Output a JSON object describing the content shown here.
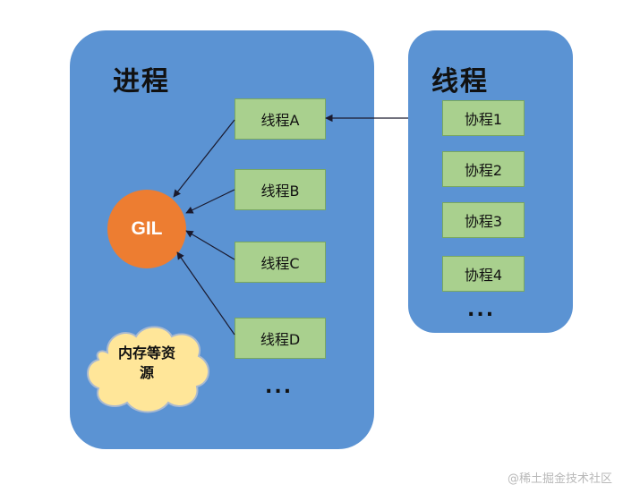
{
  "process": {
    "title": "进程",
    "threads": [
      "线程A",
      "线程B",
      "线程C",
      "线程D"
    ],
    "more": "...",
    "gil": "GIL",
    "resources": [
      "内存等资",
      "源"
    ]
  },
  "thread": {
    "title": "线程",
    "coroutines": [
      "协程1",
      "协程2",
      "协程3",
      "协程4"
    ],
    "more": "..."
  },
  "colors": {
    "panel": "#5b93d3",
    "box": "#a9d08e",
    "gil": "#ed7d31",
    "cloud": "#ffe699"
  },
  "watermark": "@稀土掘金技术社区"
}
